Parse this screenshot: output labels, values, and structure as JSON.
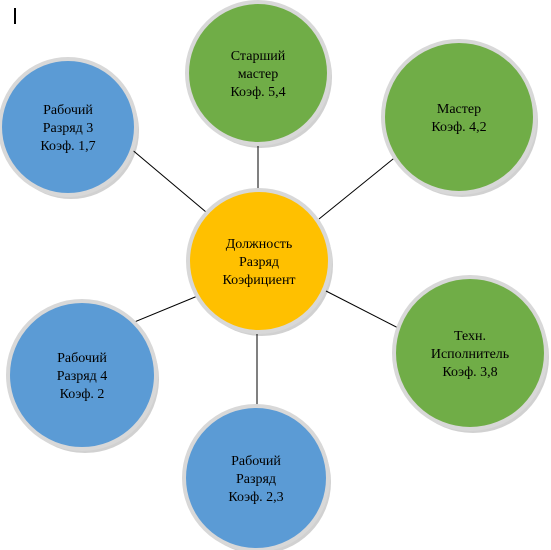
{
  "diagram": {
    "center": {
      "lines": [
        "Должность",
        "Разряд",
        "Коэфициент"
      ],
      "fill": "#FFC000",
      "stroke": "#D8D8D8"
    },
    "nodes": [
      {
        "id": "senior-master",
        "lines": [
          "Старший",
          "мастер",
          "Коэф. 5,4"
        ],
        "group": "green"
      },
      {
        "id": "master",
        "lines": [
          "Мастер",
          "Коэф. 4,2"
        ],
        "group": "green"
      },
      {
        "id": "tech-executor",
        "lines": [
          "Техн.",
          "Исполнитель",
          "Коэф. 3,8"
        ],
        "group": "green"
      },
      {
        "id": "worker-grade-2",
        "lines": [
          "Рабочий",
          "Разряд",
          "Коэф. 2,3"
        ],
        "group": "blue"
      },
      {
        "id": "worker-grade-4",
        "lines": [
          "Рабочий",
          "Разряд 4",
          "Коэф. 2"
        ],
        "group": "blue"
      },
      {
        "id": "worker-grade-3",
        "lines": [
          "Рабочий",
          "Разряд 3",
          "Коэф. 1,7"
        ],
        "group": "blue"
      }
    ],
    "colors": {
      "green": "#70AD47",
      "blue": "#5B9BD5",
      "connector": "#000000",
      "node_stroke": "#D8D8D8"
    }
  }
}
